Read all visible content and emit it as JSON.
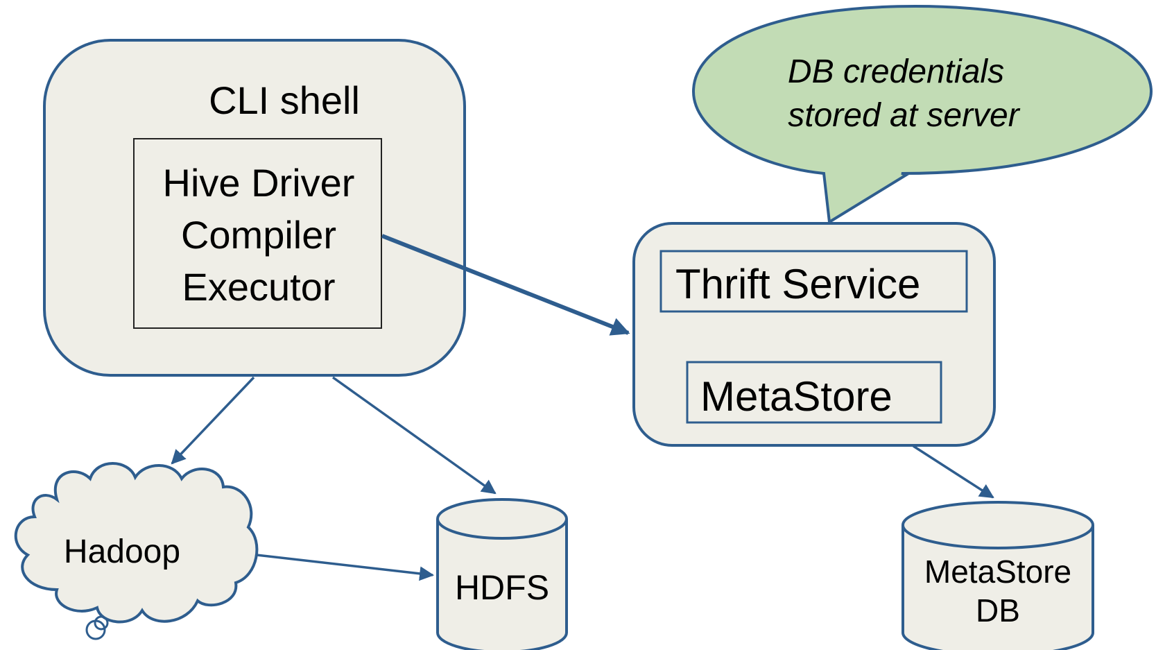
{
  "cli": {
    "title": "CLI shell",
    "driver_lines": [
      "Hive Driver",
      "Compiler",
      "Executor"
    ]
  },
  "server": {
    "thrift": "Thrift Service",
    "metastore": "MetaStore"
  },
  "callout": {
    "lines": [
      "DB credentials",
      "stored at server"
    ]
  },
  "hadoop": {
    "label": "Hadoop"
  },
  "hdfs": {
    "label": "HDFS"
  },
  "metastore_db": {
    "lines": [
      "MetaStore",
      "DB"
    ]
  },
  "colors": {
    "stroke": "#2e5d8e",
    "box_fill": "#efeee7",
    "callout_fill": "#c2dcb5",
    "inner_border": "#222222"
  }
}
